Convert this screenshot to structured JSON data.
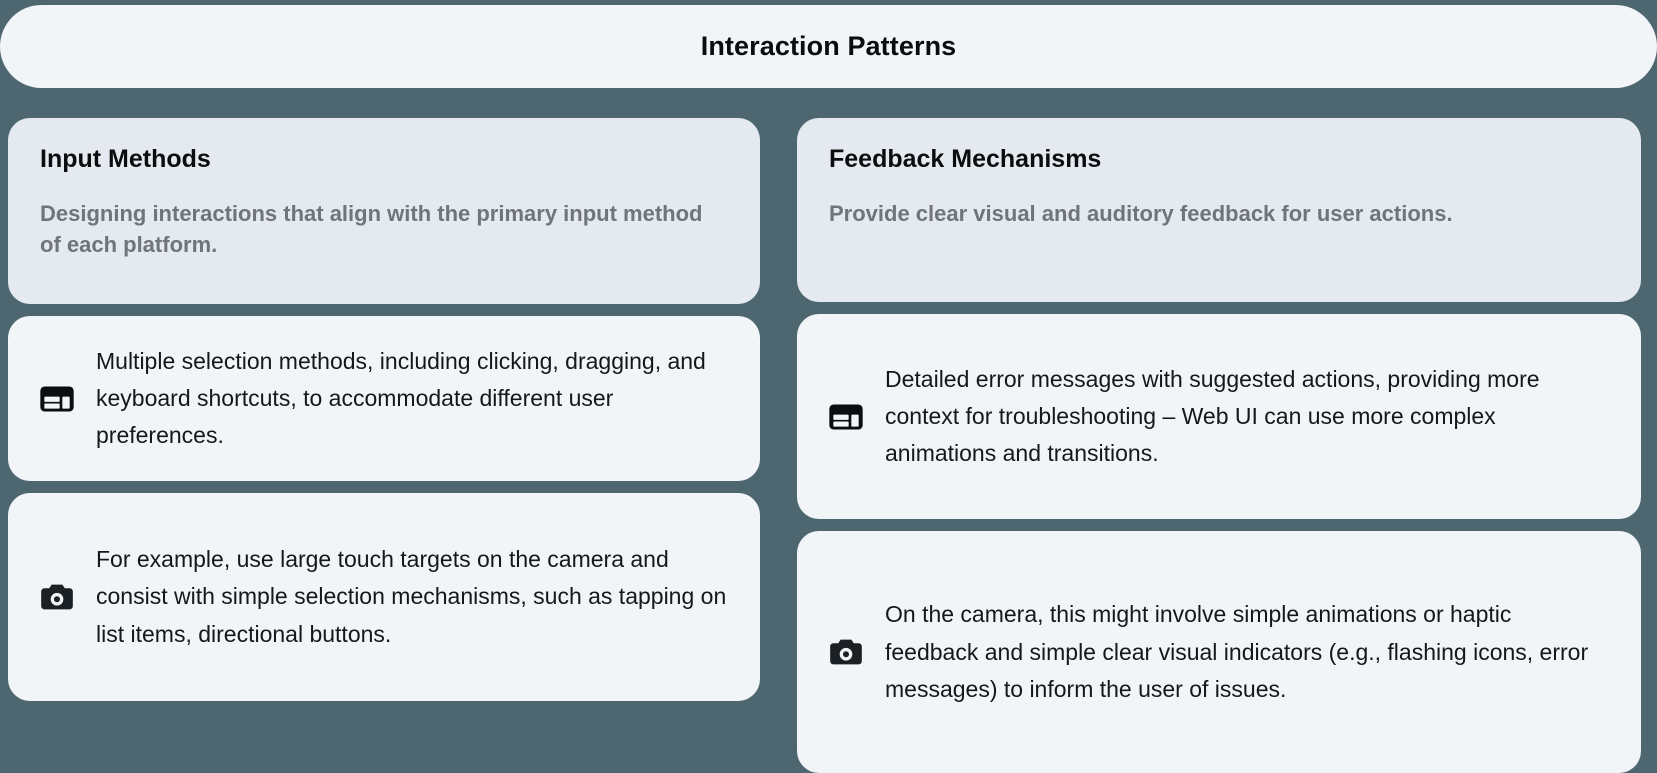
{
  "banner": {
    "title": "Interaction Patterns"
  },
  "colors": {
    "background": "#4d6670",
    "header_card": "#e5eaf1",
    "content_card": "#f1f5f8",
    "banner_card": "#f2f5f8",
    "title_text": "#0a0c0e",
    "muted_text": "#6f7579",
    "body_text": "#14181b"
  },
  "columns": [
    {
      "id": "input-methods",
      "header": {
        "title": "Input Methods",
        "description": "Designing interactions that align with the primary input method of each platform."
      },
      "cards": [
        {
          "icon": "layout-dashboard-icon",
          "text": "Multiple selection methods, including clicking, dragging, and keyboard shortcuts, to accommodate different user preferences."
        },
        {
          "icon": "camera-icon",
          "text": "For example, use large touch targets on the camera and consist with simple selection mechanisms, such as tapping on list items, directional buttons."
        }
      ]
    },
    {
      "id": "feedback-mechanisms",
      "header": {
        "title": "Feedback Mechanisms",
        "description": "Provide clear visual and auditory feedback for user actions."
      },
      "cards": [
        {
          "icon": "layout-dashboard-icon",
          "text": "Detailed error messages with suggested actions, providing more context for troubleshooting – Web UI can use more complex animations and transitions."
        },
        {
          "icon": "camera-icon",
          "text": "On the camera, this might involve simple animations or haptic feedback and simple clear visual indicators (e.g., flashing icons, error messages) to inform the user of issues."
        }
      ]
    }
  ]
}
